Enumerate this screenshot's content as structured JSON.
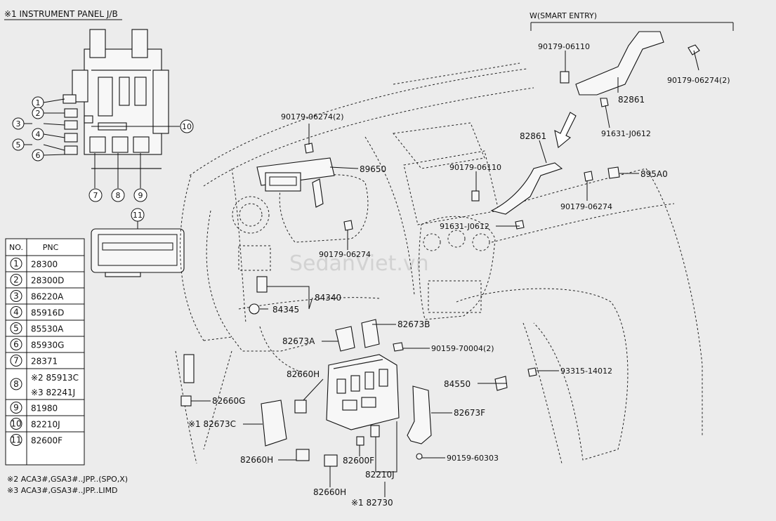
{
  "diagram": {
    "title": "※1 INSTRUMENT PANEL J/B",
    "smart_entry_label": "W(SMART ENTRY)",
    "watermark": "SedanViet.vn",
    "table": {
      "headers": [
        "NO.",
        "PNC"
      ],
      "rows": [
        {
          "no": "1",
          "pnc": "28300"
        },
        {
          "no": "2",
          "pnc": "28300D"
        },
        {
          "no": "3",
          "pnc": "86220A"
        },
        {
          "no": "4",
          "pnc": "85916D"
        },
        {
          "no": "5",
          "pnc": "85530A"
        },
        {
          "no": "6",
          "pnc": "85930G"
        },
        {
          "no": "7",
          "pnc": "28371"
        },
        {
          "no": "8",
          "pnc": "※2 85913C",
          "pnc2": "※3 82241J"
        },
        {
          "no": "9",
          "pnc": "81980"
        },
        {
          "no": "10",
          "pnc": "82210J"
        },
        {
          "no": "11",
          "pnc": "82600F"
        }
      ]
    },
    "notes": [
      "※2 ACA3#,GSA3#..JPP..(SPO,X)",
      "※3 ACA3#,GSA3#..JPP..LIMD"
    ],
    "callout_numbers": [
      "1",
      "2",
      "3",
      "4",
      "5",
      "6",
      "7",
      "8",
      "9",
      "10",
      "11"
    ],
    "part_labels": {
      "p90179_06110_a": "90179-06110",
      "p90179_06274_2_a": "90179-06274(2)",
      "p82861_a": "82861",
      "p91631_j0612_a": "91631-J0612",
      "p90179_06274_2_b": "90179-06274(2)",
      "p89650": "89650",
      "p82861_b": "82861",
      "p90179_06110_b": "90179-06110",
      "p895a0": "895A0",
      "p90179_06274_c": "90179-06274",
      "p91631_j0612_b": "91631-J0612",
      "p90179_06274_d": "90179-06274",
      "p84340": "84340",
      "p84345": "84345",
      "p82673b": "82673B",
      "p82673a": "82673A",
      "p90159_70004": "90159-70004(2)",
      "p82660h_a": "82660H",
      "p93315_14012": "93315-14012",
      "p84550": "84550",
      "p82660g": "82660G",
      "p82673f": "82673F",
      "p82673c": "※1 82673C",
      "p90159_60303": "90159-60303",
      "p82660h_b": "82660H",
      "p82600f": "82600F",
      "p82210j": "82210J",
      "p82660h_c": "82660H",
      "p82730": "※1 82730"
    }
  }
}
